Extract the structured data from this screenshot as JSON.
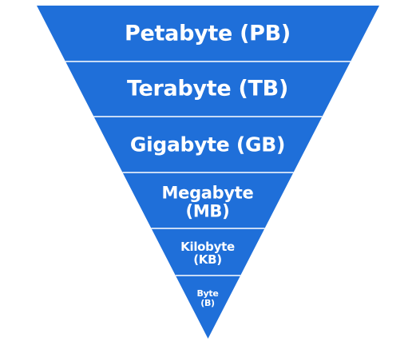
{
  "colors": {
    "fill": "#1f6fd9",
    "divider": "#ffffff",
    "text": "#ffffff",
    "background": "#ffffff"
  },
  "tiers": [
    {
      "label": "Petabyte (PB)"
    },
    {
      "label": "Terabyte (TB)"
    },
    {
      "label": "Gigabyte (GB)"
    },
    {
      "label": "Megabyte\n(MB)"
    },
    {
      "label": "Kilobyte\n(KB)"
    },
    {
      "label": "Byte\n(B)"
    }
  ]
}
